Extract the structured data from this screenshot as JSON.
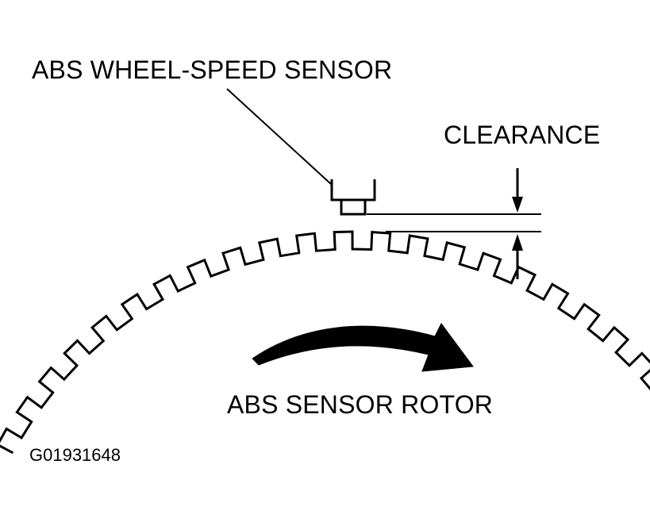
{
  "labels": {
    "sensor": "ABS WHEEL-SPEED SENSOR",
    "clearance": "CLEARANCE",
    "rotor": "ABS SENSOR ROTOR",
    "figure_id": "G01931648"
  },
  "colors": {
    "ink": "#000000",
    "paper": "#ffffff"
  },
  "rotor": {
    "tooth_count_visible": 23
  }
}
